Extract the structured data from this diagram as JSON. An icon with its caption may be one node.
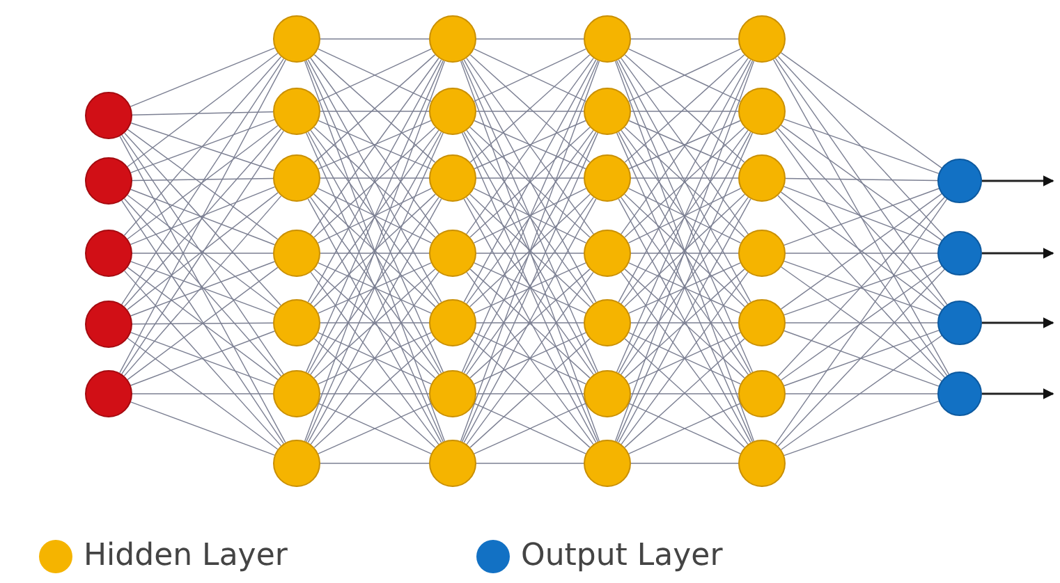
{
  "diagram": {
    "nodes": [
      {
        "text": [],
        "shape": "circle"
      },
      {
        "text": [],
        "shape": "circle"
      },
      {
        "text": [],
        "shape": "circle"
      },
      {
        "text": [],
        "shape": "circle"
      },
      {
        "text": [],
        "shape": "circle"
      },
      {
        "text": [],
        "shape": "circle"
      },
      {
        "text": [],
        "shape": "circle"
      },
      {
        "text": [],
        "shape": "circle"
      },
      {
        "text": [],
        "shape": "circle"
      },
      {
        "text": [],
        "shape": "circle"
      },
      {
        "text": [],
        "shape": "circle"
      },
      {
        "text": [],
        "shape": "circle"
      },
      {
        "text": [],
        "shape": "circle"
      },
      {
        "text": [],
        "shape": "circle"
      },
      {
        "text": [],
        "shape": "circle"
      },
      {
        "text": [],
        "shape": "circle"
      },
      {
        "text": [],
        "shape": "circle"
      },
      {
        "text": [],
        "shape": "circle"
      },
      {
        "text": [],
        "shape": "circle"
      },
      {
        "text": [],
        "shape": "circle"
      },
      {
        "text": [],
        "shape": "circle"
      },
      {
        "text": [],
        "shape": "circle"
      },
      {
        "text": [],
        "shape": "circle"
      },
      {
        "text": [],
        "shape": "circle"
      },
      {
        "text": [],
        "shape": "circle"
      },
      {
        "text": [],
        "shape": "circle"
      },
      {
        "text": [],
        "shape": "circle"
      },
      {
        "text": [],
        "shape": "circle"
      },
      {
        "text": [],
        "shape": "circle"
      },
      {
        "text": [],
        "shape": "circle"
      },
      {
        "text": [],
        "shape": "circle"
      },
      {
        "text": [],
        "shape": "circle"
      },
      {
        "text": [],
        "shape": "circle"
      },
      {
        "text": [],
        "shape": "circle"
      },
      {
        "text": [],
        "shape": "circle"
      },
      {
        "text": [],
        "shape": "circle"
      },
      {
        "text": [],
        "shape": "circle"
      }
    ],
    "edges": [
      {
        "from": 0,
        "to": 5,
        "arrow": "none"
      },
      {
        "from": 0,
        "to": 6,
        "arrow": "none"
      },
      {
        "from": 0,
        "to": 7,
        "arrow": "none"
      },
      {
        "from": 0,
        "to": 8,
        "arrow": "none"
      },
      {
        "from": 0,
        "to": 9,
        "arrow": "none"
      },
      {
        "from": 0,
        "to": 10,
        "arrow": "none"
      },
      {
        "from": 0,
        "to": 11,
        "arrow": "none"
      },
      {
        "from": 1,
        "to": 5,
        "arrow": "none"
      },
      {
        "from": 1,
        "to": 6,
        "arrow": "none"
      },
      {
        "from": 1,
        "to": 7,
        "arrow": "none"
      },
      {
        "from": 1,
        "to": 8,
        "arrow": "none"
      },
      {
        "from": 1,
        "to": 9,
        "arrow": "none"
      },
      {
        "from": 1,
        "to": 10,
        "arrow": "none"
      },
      {
        "from": 1,
        "to": 11,
        "arrow": "none"
      },
      {
        "from": 2,
        "to": 5,
        "arrow": "none"
      },
      {
        "from": 2,
        "to": 6,
        "arrow": "none"
      },
      {
        "from": 2,
        "to": 7,
        "arrow": "none"
      },
      {
        "from": 2,
        "to": 8,
        "arrow": "none"
      },
      {
        "from": 2,
        "to": 9,
        "arrow": "none"
      },
      {
        "from": 2,
        "to": 10,
        "arrow": "none"
      },
      {
        "from": 2,
        "to": 11,
        "arrow": "none"
      },
      {
        "from": 3,
        "to": 5,
        "arrow": "none"
      },
      {
        "from": 3,
        "to": 6,
        "arrow": "none"
      },
      {
        "from": 3,
        "to": 7,
        "arrow": "none"
      },
      {
        "from": 3,
        "to": 8,
        "arrow": "none"
      },
      {
        "from": 3,
        "to": 9,
        "arrow": "none"
      },
      {
        "from": 3,
        "to": 10,
        "arrow": "none"
      },
      {
        "from": 3,
        "to": 11,
        "arrow": "none"
      },
      {
        "from": 4,
        "to": 5,
        "arrow": "none"
      },
      {
        "from": 4,
        "to": 6,
        "arrow": "none"
      },
      {
        "from": 4,
        "to": 7,
        "arrow": "none"
      },
      {
        "from": 4,
        "to": 8,
        "arrow": "none"
      },
      {
        "from": 4,
        "to": 9,
        "arrow": "none"
      },
      {
        "from": 4,
        "to": 10,
        "arrow": "none"
      },
      {
        "from": 4,
        "to": 11,
        "arrow": "none"
      },
      {
        "from": 5,
        "to": 12,
        "arrow": "none"
      },
      {
        "from": 5,
        "to": 13,
        "arrow": "none"
      },
      {
        "from": 5,
        "to": 14,
        "arrow": "none"
      },
      {
        "from": 5,
        "to": 15,
        "arrow": "none"
      },
      {
        "from": 5,
        "to": 16,
        "arrow": "none"
      },
      {
        "from": 5,
        "to": 17,
        "arrow": "none"
      },
      {
        "from": 5,
        "to": 18,
        "arrow": "none"
      },
      {
        "from": 6,
        "to": 12,
        "arrow": "none"
      },
      {
        "from": 6,
        "to": 13,
        "arrow": "none"
      },
      {
        "from": 6,
        "to": 14,
        "arrow": "none"
      },
      {
        "from": 6,
        "to": 15,
        "arrow": "none"
      },
      {
        "from": 6,
        "to": 16,
        "arrow": "none"
      },
      {
        "from": 6,
        "to": 17,
        "arrow": "none"
      },
      {
        "from": 6,
        "to": 18,
        "arrow": "none"
      },
      {
        "from": 7,
        "to": 12,
        "arrow": "none"
      },
      {
        "from": 7,
        "to": 13,
        "arrow": "none"
      },
      {
        "from": 7,
        "to": 14,
        "arrow": "none"
      },
      {
        "from": 7,
        "to": 15,
        "arrow": "none"
      },
      {
        "from": 7,
        "to": 16,
        "arrow": "none"
      },
      {
        "from": 7,
        "to": 17,
        "arrow": "none"
      },
      {
        "from": 7,
        "to": 18,
        "arrow": "none"
      },
      {
        "from": 8,
        "to": 12,
        "arrow": "none"
      },
      {
        "from": 8,
        "to": 13,
        "arrow": "none"
      },
      {
        "from": 8,
        "to": 14,
        "arrow": "none"
      },
      {
        "from": 8,
        "to": 15,
        "arrow": "none"
      },
      {
        "from": 8,
        "to": 16,
        "arrow": "none"
      },
      {
        "from": 8,
        "to": 17,
        "arrow": "none"
      },
      {
        "from": 8,
        "to": 18,
        "arrow": "none"
      },
      {
        "from": 9,
        "to": 12,
        "arrow": "none"
      },
      {
        "from": 9,
        "to": 13,
        "arrow": "none"
      },
      {
        "from": 9,
        "to": 14,
        "arrow": "none"
      },
      {
        "from": 9,
        "to": 15,
        "arrow": "none"
      },
      {
        "from": 9,
        "to": 16,
        "arrow": "none"
      },
      {
        "from": 9,
        "to": 17,
        "arrow": "none"
      },
      {
        "from": 9,
        "to": 18,
        "arrow": "none"
      },
      {
        "from": 10,
        "to": 12,
        "arrow": "none"
      },
      {
        "from": 10,
        "to": 13,
        "arrow": "none"
      },
      {
        "from": 10,
        "to": 14,
        "arrow": "none"
      },
      {
        "from": 10,
        "to": 15,
        "arrow": "none"
      },
      {
        "from": 10,
        "to": 16,
        "arrow": "none"
      },
      {
        "from": 10,
        "to": 17,
        "arrow": "none"
      },
      {
        "from": 10,
        "to": 18,
        "arrow": "none"
      },
      {
        "from": 11,
        "to": 12,
        "arrow": "none"
      },
      {
        "from": 11,
        "to": 13,
        "arrow": "none"
      },
      {
        "from": 11,
        "to": 14,
        "arrow": "none"
      },
      {
        "from": 11,
        "to": 15,
        "arrow": "none"
      },
      {
        "from": 11,
        "to": 16,
        "arrow": "none"
      },
      {
        "from": 11,
        "to": 17,
        "arrow": "none"
      },
      {
        "from": 11,
        "to": 18,
        "arrow": "none"
      },
      {
        "from": 12,
        "to": 19,
        "arrow": "none"
      },
      {
        "from": 12,
        "to": 20,
        "arrow": "none"
      },
      {
        "from": 12,
        "to": 21,
        "arrow": "none"
      },
      {
        "from": 12,
        "to": 22,
        "arrow": "none"
      },
      {
        "from": 12,
        "to": 23,
        "arrow": "none"
      },
      {
        "from": 12,
        "to": 24,
        "arrow": "none"
      },
      {
        "from": 12,
        "to": 25,
        "arrow": "none"
      },
      {
        "from": 13,
        "to": 19,
        "arrow": "none"
      },
      {
        "from": 13,
        "to": 20,
        "arrow": "none"
      },
      {
        "from": 13,
        "to": 21,
        "arrow": "none"
      },
      {
        "from": 13,
        "to": 22,
        "arrow": "none"
      },
      {
        "from": 13,
        "to": 23,
        "arrow": "none"
      },
      {
        "from": 13,
        "to": 24,
        "arrow": "none"
      },
      {
        "from": 13,
        "to": 25,
        "arrow": "none"
      },
      {
        "from": 14,
        "to": 19,
        "arrow": "none"
      },
      {
        "from": 14,
        "to": 20,
        "arrow": "none"
      },
      {
        "from": 14,
        "to": 21,
        "arrow": "none"
      },
      {
        "from": 14,
        "to": 22,
        "arrow": "none"
      },
      {
        "from": 14,
        "to": 23,
        "arrow": "none"
      },
      {
        "from": 14,
        "to": 24,
        "arrow": "none"
      },
      {
        "from": 14,
        "to": 25,
        "arrow": "none"
      },
      {
        "from": 15,
        "to": 19,
        "arrow": "none"
      },
      {
        "from": 15,
        "to": 20,
        "arrow": "none"
      },
      {
        "from": 15,
        "to": 21,
        "arrow": "none"
      },
      {
        "from": 15,
        "to": 22,
        "arrow": "none"
      },
      {
        "from": 15,
        "to": 23,
        "arrow": "none"
      },
      {
        "from": 15,
        "to": 24,
        "arrow": "none"
      },
      {
        "from": 15,
        "to": 25,
        "arrow": "none"
      },
      {
        "from": 16,
        "to": 19,
        "arrow": "none"
      },
      {
        "from": 16,
        "to": 20,
        "arrow": "none"
      },
      {
        "from": 16,
        "to": 21,
        "arrow": "none"
      },
      {
        "from": 16,
        "to": 22,
        "arrow": "none"
      },
      {
        "from": 16,
        "to": 23,
        "arrow": "none"
      },
      {
        "from": 16,
        "to": 24,
        "arrow": "none"
      },
      {
        "from": 16,
        "to": 25,
        "arrow": "none"
      },
      {
        "from": 17,
        "to": 19,
        "arrow": "none"
      },
      {
        "from": 17,
        "to": 20,
        "arrow": "none"
      },
      {
        "from": 17,
        "to": 21,
        "arrow": "none"
      },
      {
        "from": 17,
        "to": 22,
        "arrow": "none"
      },
      {
        "from": 17,
        "to": 23,
        "arrow": "none"
      },
      {
        "from": 17,
        "to": 24,
        "arrow": "none"
      },
      {
        "from": 17,
        "to": 25,
        "arrow": "none"
      },
      {
        "from": 18,
        "to": 19,
        "arrow": "none"
      },
      {
        "from": 18,
        "to": 20,
        "arrow": "none"
      },
      {
        "from": 18,
        "to": 21,
        "arrow": "none"
      },
      {
        "from": 18,
        "to": 22,
        "arrow": "none"
      },
      {
        "from": 18,
        "to": 23,
        "arrow": "none"
      },
      {
        "from": 18,
        "to": 24,
        "arrow": "none"
      },
      {
        "from": 18,
        "to": 25,
        "arrow": "none"
      },
      {
        "from": 19,
        "to": 26,
        "arrow": "none"
      },
      {
        "from": 19,
        "to": 27,
        "arrow": "none"
      },
      {
        "from": 19,
        "to": 28,
        "arrow": "none"
      },
      {
        "from": 19,
        "to": 29,
        "arrow": "none"
      },
      {
        "from": 19,
        "to": 30,
        "arrow": "none"
      },
      {
        "from": 19,
        "to": 31,
        "arrow": "none"
      },
      {
        "from": 19,
        "to": 32,
        "arrow": "none"
      },
      {
        "from": 20,
        "to": 26,
        "arrow": "none"
      },
      {
        "from": 20,
        "to": 27,
        "arrow": "none"
      },
      {
        "from": 20,
        "to": 28,
        "arrow": "none"
      },
      {
        "from": 20,
        "to": 29,
        "arrow": "none"
      },
      {
        "from": 20,
        "to": 30,
        "arrow": "none"
      },
      {
        "from": 20,
        "to": 31,
        "arrow": "none"
      },
      {
        "from": 20,
        "to": 32,
        "arrow": "none"
      },
      {
        "from": 21,
        "to": 26,
        "arrow": "none"
      },
      {
        "from": 21,
        "to": 27,
        "arrow": "none"
      },
      {
        "from": 21,
        "to": 28,
        "arrow": "none"
      },
      {
        "from": 21,
        "to": 29,
        "arrow": "none"
      },
      {
        "from": 21,
        "to": 30,
        "arrow": "none"
      },
      {
        "from": 21,
        "to": 31,
        "arrow": "none"
      },
      {
        "from": 21,
        "to": 32,
        "arrow": "none"
      },
      {
        "from": 22,
        "to": 26,
        "arrow": "none"
      },
      {
        "from": 22,
        "to": 27,
        "arrow": "none"
      },
      {
        "from": 22,
        "to": 28,
        "arrow": "none"
      },
      {
        "from": 22,
        "to": 29,
        "arrow": "none"
      },
      {
        "from": 22,
        "to": 30,
        "arrow": "none"
      },
      {
        "from": 22,
        "to": 31,
        "arrow": "none"
      },
      {
        "from": 22,
        "to": 32,
        "arrow": "none"
      },
      {
        "from": 23,
        "to": 26,
        "arrow": "none"
      },
      {
        "from": 23,
        "to": 27,
        "arrow": "none"
      },
      {
        "from": 23,
        "to": 28,
        "arrow": "none"
      },
      {
        "from": 23,
        "to": 29,
        "arrow": "none"
      },
      {
        "from": 23,
        "to": 30,
        "arrow": "none"
      },
      {
        "from": 23,
        "to": 31,
        "arrow": "none"
      },
      {
        "from": 23,
        "to": 32,
        "arrow": "none"
      },
      {
        "from": 24,
        "to": 26,
        "arrow": "none"
      },
      {
        "from": 24,
        "to": 27,
        "arrow": "none"
      },
      {
        "from": 24,
        "to": 28,
        "arrow": "none"
      },
      {
        "from": 24,
        "to": 29,
        "arrow": "none"
      },
      {
        "from": 24,
        "to": 30,
        "arrow": "none"
      },
      {
        "from": 24,
        "to": 31,
        "arrow": "none"
      },
      {
        "from": 24,
        "to": 32,
        "arrow": "none"
      },
      {
        "from": 25,
        "to": 26,
        "arrow": "none"
      },
      {
        "from": 25,
        "to": 27,
        "arrow": "none"
      },
      {
        "from": 25,
        "to": 28,
        "arrow": "none"
      },
      {
        "from": 25,
        "to": 29,
        "arrow": "none"
      },
      {
        "from": 25,
        "to": 30,
        "arrow": "none"
      },
      {
        "from": 25,
        "to": 31,
        "arrow": "none"
      },
      {
        "from": 25,
        "to": 32,
        "arrow": "none"
      },
      {
        "from": 26,
        "to": 33,
        "arrow": "none"
      },
      {
        "from": 26,
        "to": 34,
        "arrow": "none"
      },
      {
        "from": 26,
        "to": 35,
        "arrow": "none"
      },
      {
        "from": 26,
        "to": 36,
        "arrow": "none"
      },
      {
        "from": 27,
        "to": 33,
        "arrow": "none"
      },
      {
        "from": 27,
        "to": 34,
        "arrow": "none"
      },
      {
        "from": 27,
        "to": 35,
        "arrow": "none"
      },
      {
        "from": 27,
        "to": 36,
        "arrow": "none"
      },
      {
        "from": 28,
        "to": 33,
        "arrow": "none"
      },
      {
        "from": 28,
        "to": 34,
        "arrow": "none"
      },
      {
        "from": 28,
        "to": 35,
        "arrow": "none"
      },
      {
        "from": 28,
        "to": 36,
        "arrow": "none"
      },
      {
        "from": 29,
        "to": 33,
        "arrow": "none"
      },
      {
        "from": 29,
        "to": 34,
        "arrow": "none"
      },
      {
        "from": 29,
        "to": 35,
        "arrow": "none"
      },
      {
        "from": 29,
        "to": 36,
        "arrow": "none"
      },
      {
        "from": 30,
        "to": 33,
        "arrow": "none"
      },
      {
        "from": 30,
        "to": 34,
        "arrow": "none"
      },
      {
        "from": 30,
        "to": 35,
        "arrow": "none"
      },
      {
        "from": 30,
        "to": 36,
        "arrow": "none"
      },
      {
        "from": 31,
        "to": 33,
        "arrow": "none"
      },
      {
        "from": 31,
        "to": 34,
        "arrow": "none"
      },
      {
        "from": 31,
        "to": 35,
        "arrow": "none"
      },
      {
        "from": 31,
        "to": 36,
        "arrow": "none"
      },
      {
        "from": 32,
        "to": 33,
        "arrow": "none"
      },
      {
        "from": 32,
        "to": 34,
        "arrow": "none"
      },
      {
        "from": 32,
        "to": 35,
        "arrow": "none"
      },
      {
        "from": 32,
        "to": 36,
        "arrow": "none"
      },
      {
        "from": 33,
        "to": null,
        "arrow": "to",
        "color": "#222222"
      },
      {
        "from": 34,
        "to": null,
        "arrow": "to",
        "color": "#222222"
      },
      {
        "from": 35,
        "to": null,
        "arrow": "to",
        "color": "#222222"
      },
      {
        "from": 36,
        "to": null,
        "arrow": "to",
        "color": "#222222"
      }
    ],
    "legend": [
      {
        "text": "Hidden Layer",
        "color": "#f5b400"
      },
      {
        "text": "Output Layer",
        "color": "#1271c4"
      }
    ]
  }
}
